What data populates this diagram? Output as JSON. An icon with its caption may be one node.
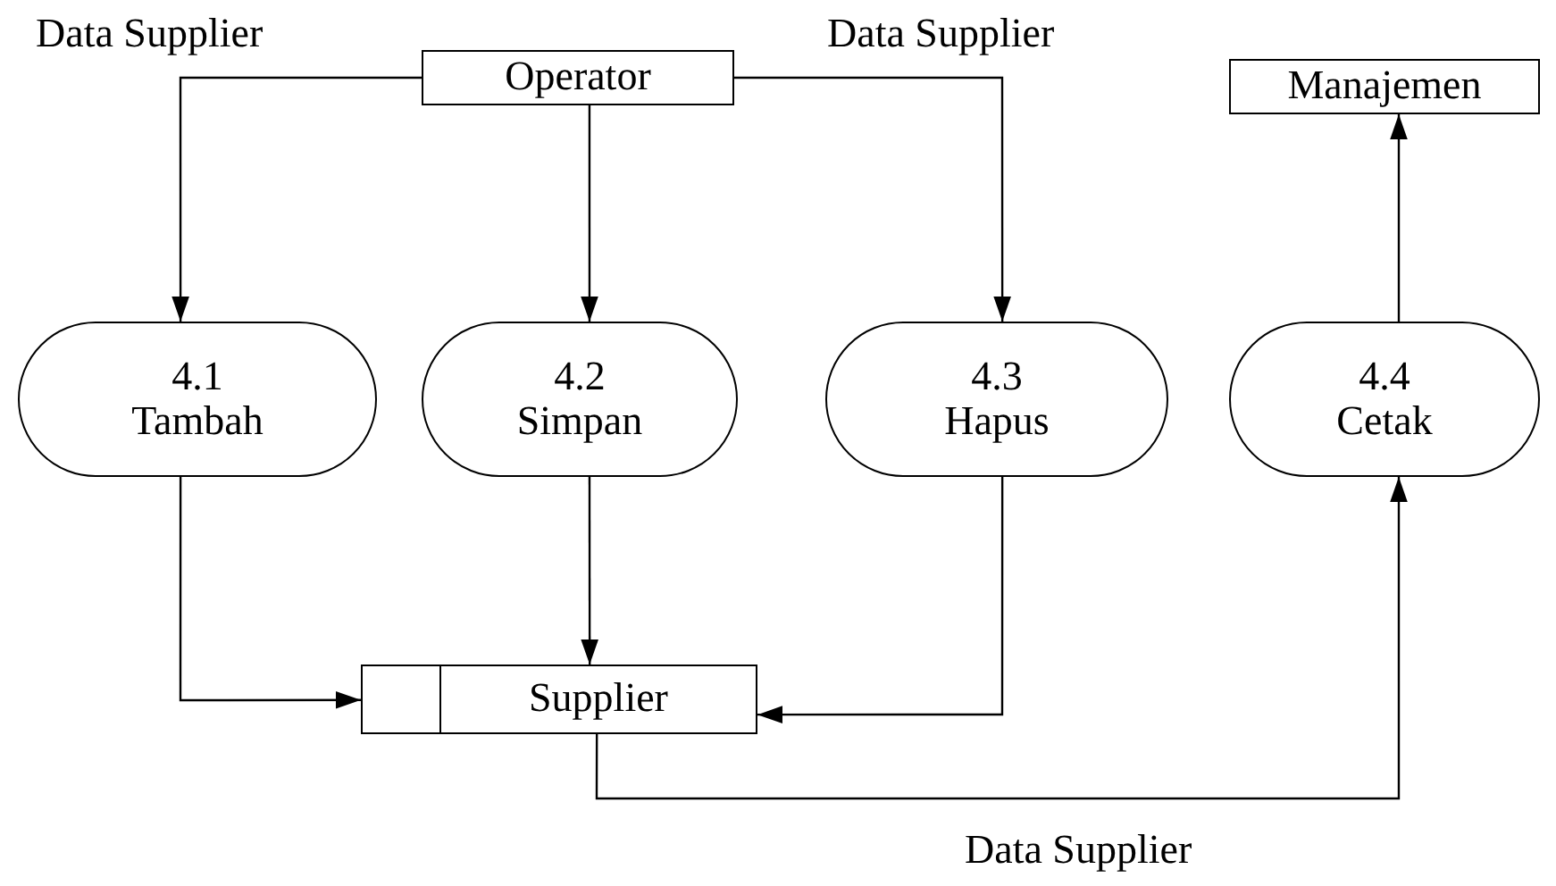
{
  "diagram": {
    "nodes": [
      {
        "text": [
          "Operator"
        ]
      },
      {
        "text": [
          "Manajemen"
        ]
      },
      {
        "text": [
          "4.1",
          "Tambah"
        ]
      },
      {
        "text": [
          "4.2",
          "Simpan"
        ]
      },
      {
        "text": [
          "4.3",
          "Hapus"
        ]
      },
      {
        "text": [
          "4.4",
          "Cetak"
        ]
      },
      {
        "text": [
          "Supplier"
        ]
      }
    ],
    "edges": [
      {
        "from": 0,
        "to": 2,
        "arrow": "to",
        "label": "Data Supplier"
      },
      {
        "from": 0,
        "to": 3,
        "arrow": "to"
      },
      {
        "from": 0,
        "to": 4,
        "arrow": "to",
        "label": "Data Supplier"
      },
      {
        "from": 5,
        "to": 1,
        "arrow": "to"
      },
      {
        "from": 2,
        "to": 6,
        "arrow": "to"
      },
      {
        "from": 3,
        "to": 6,
        "arrow": "to"
      },
      {
        "from": 4,
        "to": 6,
        "arrow": "to"
      },
      {
        "from": 6,
        "to": 5,
        "arrow": "to",
        "label": "Data Supplier"
      }
    ]
  }
}
